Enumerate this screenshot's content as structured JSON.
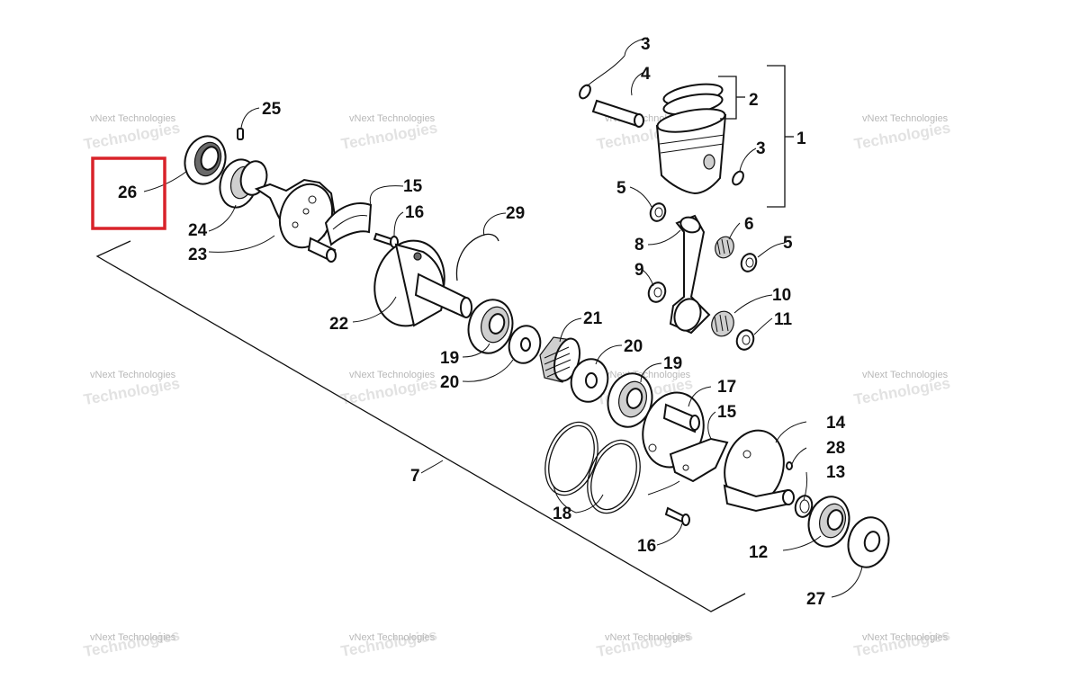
{
  "watermark": {
    "line1": "vNext Technologies",
    "line2": "Technologies"
  },
  "callouts": {
    "c1": "1",
    "c2": "2",
    "c3a": "3",
    "c3b": "3",
    "c4": "4",
    "c5a": "5",
    "c5b": "5",
    "c6": "6",
    "c7": "7",
    "c8": "8",
    "c9": "9",
    "c10": "10",
    "c11": "11",
    "c12": "12",
    "c13": "13",
    "c14": "14",
    "c15a": "15",
    "c15b": "15",
    "c16a": "16",
    "c16b": "16",
    "c17": "17",
    "c18": "18",
    "c19a": "19",
    "c19b": "19",
    "c20a": "20",
    "c20b": "20",
    "c21": "21",
    "c22": "22",
    "c23": "23",
    "c24": "24",
    "c25": "25",
    "c26": "26",
    "c27": "27",
    "c28": "28",
    "c29": "29"
  },
  "highlight": {
    "part": "26",
    "color": "#d9232a"
  }
}
